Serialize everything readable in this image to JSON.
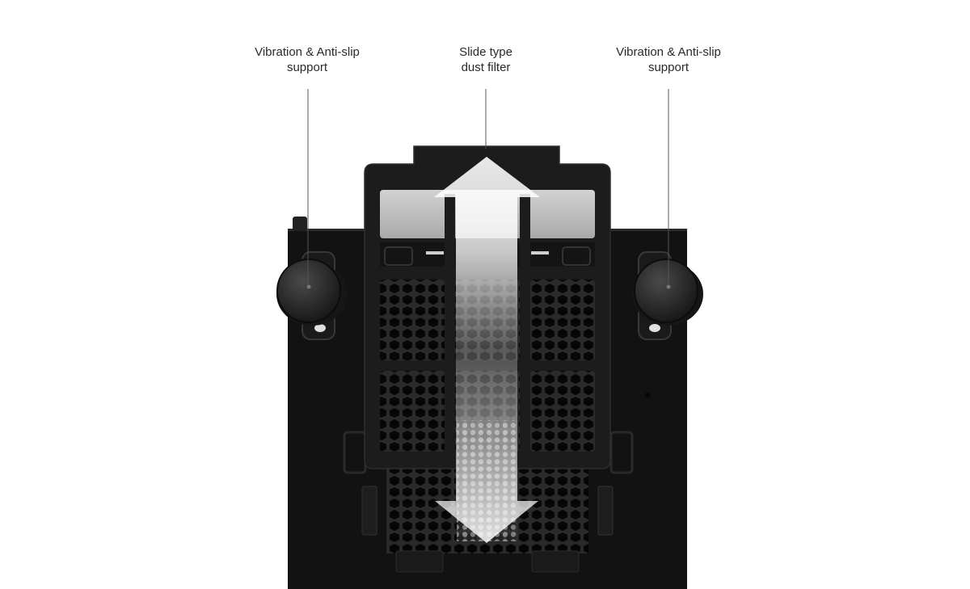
{
  "callouts": {
    "left": {
      "line1": "Vibration & Anti-slip",
      "line2": "support"
    },
    "middle": {
      "line1": "Slide type",
      "line2": "dust filter"
    },
    "right": {
      "line1": "Vibration & Anti-slip",
      "line2": "support"
    }
  },
  "colors": {
    "background": "#ffffff",
    "case_body": "#121212",
    "filter_frame": "#1c1c1c",
    "mesh": "#0b0b0b",
    "foot": "#2e2e2e",
    "leader_line": "#555555",
    "arrow": "#ffffff"
  },
  "illustration": {
    "subject": "PC case bottom panel",
    "elements": [
      "vibration-anti-slip-foot",
      "slide-type-dust-filter",
      "double-headed-slide-arrow"
    ]
  }
}
